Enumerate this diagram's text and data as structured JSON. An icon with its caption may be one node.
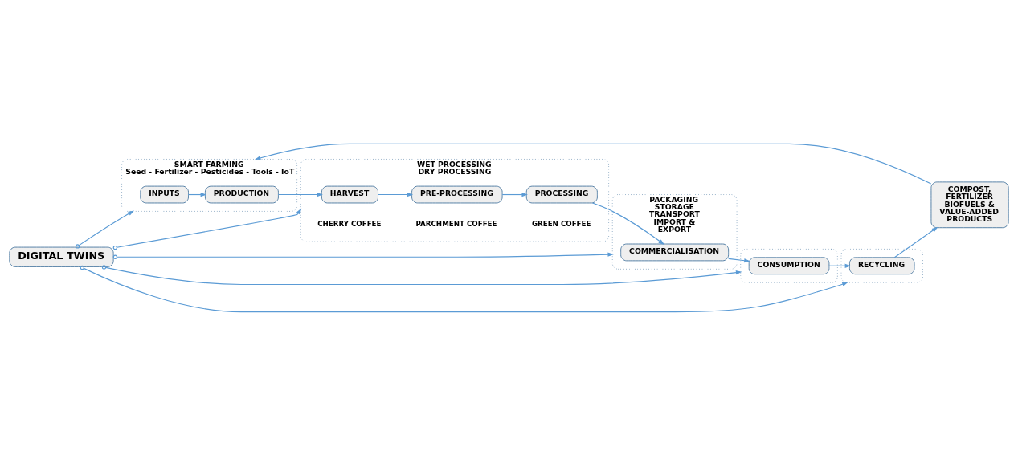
{
  "diagram": {
    "nodes": [
      {
        "text": [
          "SMART FARMING",
          "Seed - Fertilizer - Pesticides - Tools - IoT"
        ]
      },
      {
        "text": [
          "INPUTS"
        ],
        "in": 0
      },
      {
        "text": [
          "PRODUCTION"
        ],
        "in": 0
      },
      {
        "text": [
          "WET PROCESSING",
          "DRY PROCESSING"
        ]
      },
      {
        "text": [
          "HARVEST"
        ],
        "in": 3,
        "beside": [
          "CHERRY COFFEE"
        ]
      },
      {
        "text": [
          "PRE-PROCESSING"
        ],
        "in": 3,
        "beside": [
          "PARCHMENT COFFEE"
        ]
      },
      {
        "text": [
          "PROCESSING"
        ],
        "in": 3,
        "beside": [
          "GREEN COFFEE"
        ]
      },
      {
        "text": [
          "DIGITAL TWINS"
        ]
      },
      {
        "text": [
          "PACKAGING STORAGE TRANSPORT IMPORT & EXPORT"
        ]
      },
      {
        "text": [
          "COMMERCIALISATION"
        ],
        "in": 8
      },
      {
        "text": [],
        "shape": "box"
      },
      {
        "text": [
          "CONSUMPTION"
        ],
        "in": 10
      },
      {
        "text": [],
        "shape": "box"
      },
      {
        "text": [
          "RECYCLING"
        ],
        "in": 12
      },
      {
        "text": [
          "COMPOST, FERTILIZER BIOFUELS & VALUE-ADDED PRODUCTS"
        ]
      }
    ],
    "edges": [
      {
        "from": 1,
        "to": 2,
        "arrow": "to"
      },
      {
        "from": 2,
        "to": 4,
        "arrow": "to"
      },
      {
        "from": 4,
        "to": 5,
        "arrow": "to"
      },
      {
        "from": 5,
        "to": 6,
        "arrow": "to"
      },
      {
        "from": 6,
        "to": 9,
        "arrow": "to"
      },
      {
        "from": 9,
        "to": 11,
        "arrow": "to"
      },
      {
        "from": 11,
        "to": 13,
        "arrow": "to"
      },
      {
        "from": 13,
        "to": 14,
        "arrow": "to"
      },
      {
        "from": 14,
        "to": 0,
        "arrow": "to"
      },
      {
        "from": 7,
        "to": 0,
        "arrow": "to"
      },
      {
        "from": 7,
        "to": 3,
        "arrow": "to"
      },
      {
        "from": 7,
        "to": 8,
        "arrow": "to"
      },
      {
        "from": 7,
        "to": 12,
        "arrow": "to"
      },
      {
        "from": 7,
        "to": 10,
        "arrow": "to"
      }
    ]
  }
}
